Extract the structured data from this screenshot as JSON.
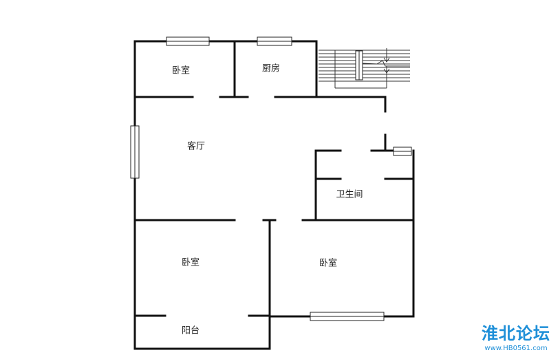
{
  "rooms": {
    "bedroom_top": "卧室",
    "kitchen": "厨房",
    "living_room": "客厅",
    "bathroom": "卫生间",
    "bedroom_bottom_left": "卧室",
    "bedroom_bottom_right": "卧室",
    "balcony": "阳台"
  },
  "watermark": {
    "title": "淮北论坛",
    "url": "www.HB0561.com"
  },
  "colors": {
    "wall": "#111111",
    "watermark": "#1e8fd8"
  }
}
